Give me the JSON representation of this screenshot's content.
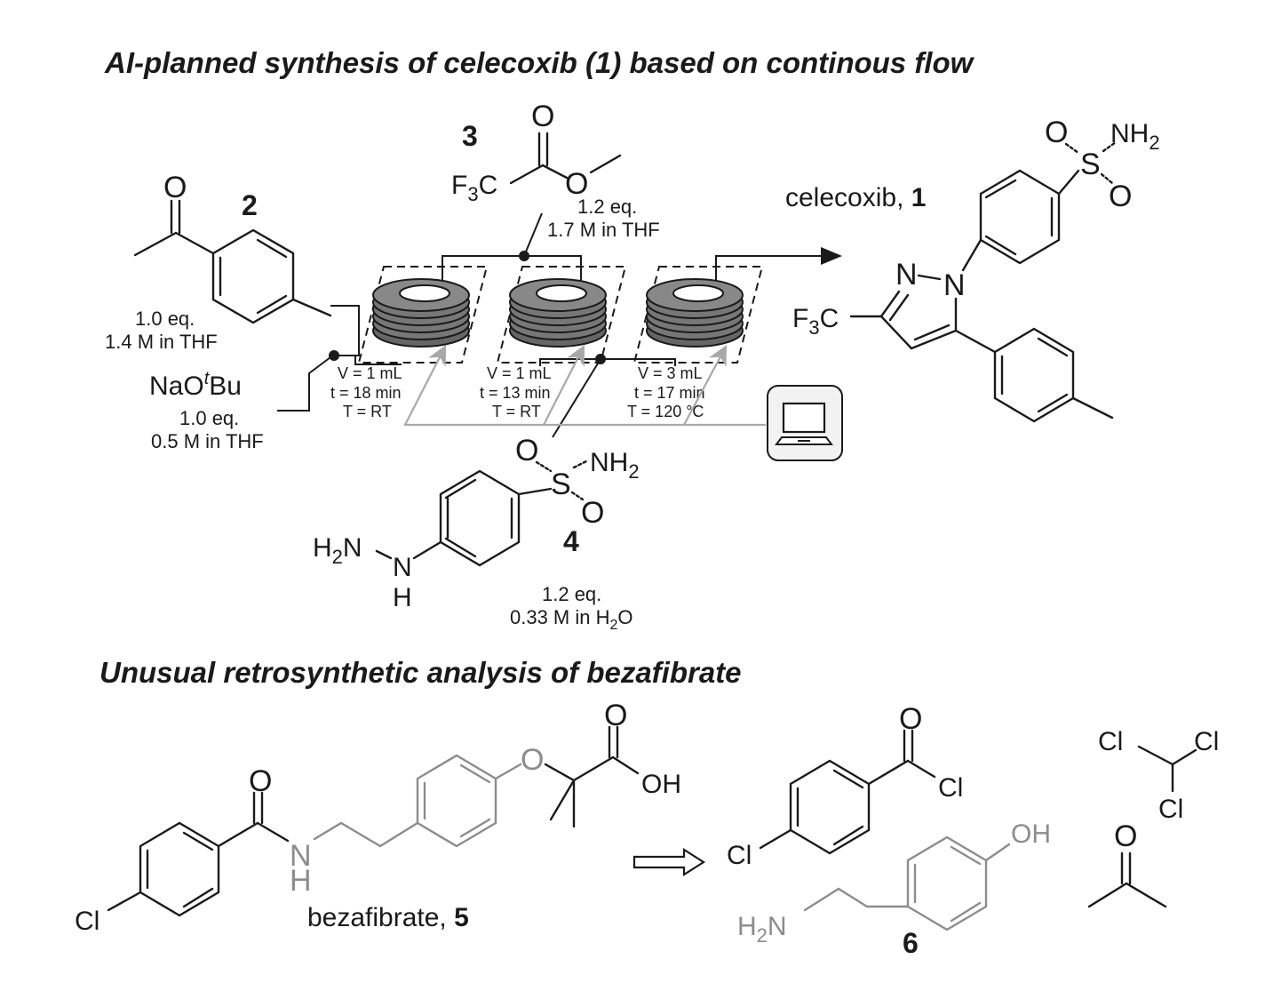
{
  "titles": {
    "top": "AI-planned synthesis of celecoxib (1) based on continous flow",
    "bottom": "Unusual retrosynthetic analysis of bezafibrate"
  },
  "compounds": {
    "c2": {
      "number": "2",
      "eq": "1.0 eq.",
      "conc": "1.4 M in THF",
      "atom_O": "O"
    },
    "base": {
      "name_pre": "NaO",
      "name_sup": "t",
      "name_post": "Bu",
      "eq": "1.0 eq.",
      "conc": "0.5 M in THF"
    },
    "c3": {
      "number": "3",
      "eq": "1.2 eq.",
      "conc": "1.7 M in THF",
      "atom_O1": "O",
      "atom_O2": "O",
      "cf3_main": "F",
      "cf3_sub": "3",
      "cf3_c": "C"
    },
    "c4": {
      "number": "4",
      "eq": "1.2 eq.",
      "conc_pre": "0.33 M in H",
      "conc_sub": "2",
      "conc_post": "O",
      "S": "S",
      "O1": "O",
      "O2": "O",
      "NH2_main": "NH",
      "NH2_sub": "2",
      "H2N_H": "H",
      "H2N_sub": "2",
      "H2N_N": "N",
      "N": "N",
      "H": "H"
    },
    "c1": {
      "name": "celecoxib, ",
      "number": "1",
      "S": "S",
      "O1": "O",
      "O2": "O",
      "NH2_main": "NH",
      "NH2_sub": "2",
      "N1": "N",
      "N2": "N",
      "cf3_main": "F",
      "cf3_sub": "3",
      "cf3_c": "C"
    },
    "c5": {
      "name": "bezafibrate, ",
      "number": "5",
      "Cl": "Cl",
      "O_amide": "O",
      "N": "N",
      "H": "H",
      "O_ether": "O",
      "O_acid": "O",
      "OH": "OH"
    },
    "c6": {
      "number": "6",
      "OH": "OH",
      "H2N_H": "H",
      "H2N_sub": "2",
      "H2N_N": "N"
    },
    "acyl": {
      "O": "O",
      "Cl1": "Cl",
      "Cl2": "Cl"
    },
    "chloroform": {
      "Cl1": "Cl",
      "Cl2": "Cl",
      "Cl3": "Cl"
    },
    "acetone": {
      "O": "O"
    }
  },
  "reactors": [
    {
      "volume": "V = 1 mL",
      "time": "t = 18 min",
      "temp": "T = RT"
    },
    {
      "volume": "V = 1 mL",
      "time": "t = 13 min",
      "temp": "T = RT"
    },
    {
      "volume": "V = 3 mL",
      "time": "t = 17 min",
      "temp": "T = 120 °C"
    }
  ],
  "icons": [
    "laptop-icon",
    "coil-reactor-icon",
    "retrosynthesis-arrow-icon"
  ],
  "colors": {
    "ink": "#1a1a1a",
    "fragment_grey": "#8c8c8c",
    "control_line": "#a8a8a8"
  }
}
